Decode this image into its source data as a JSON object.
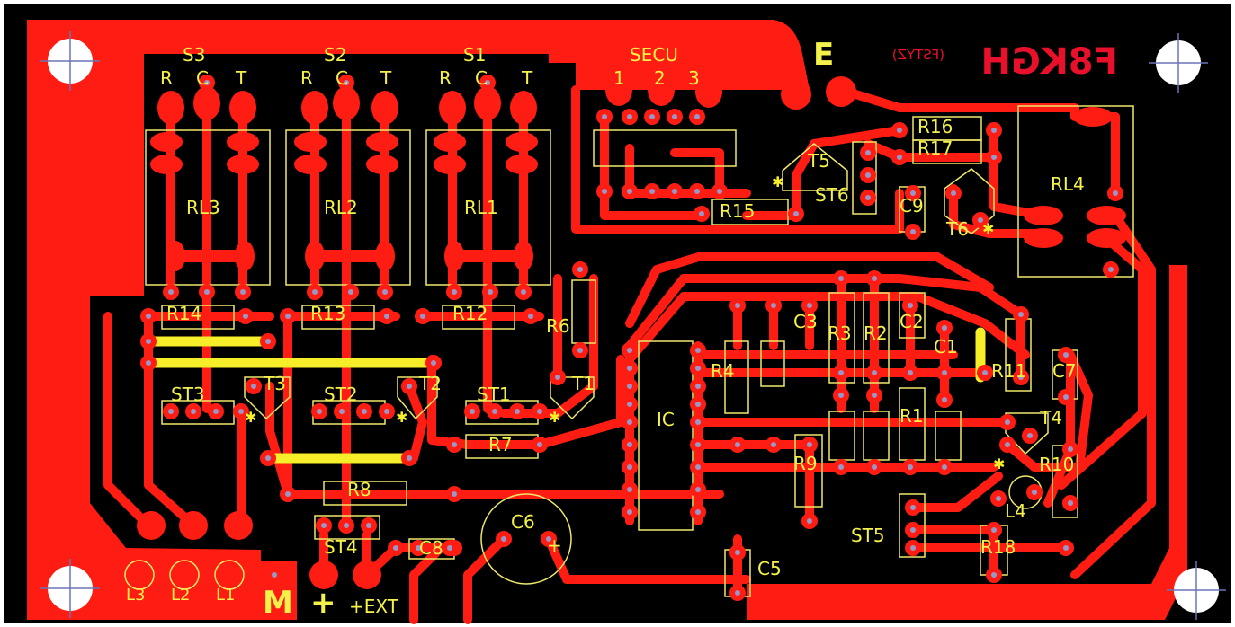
{
  "board": {
    "callsign_mirrored": "F8KGH",
    "author_mirrored": "(FSTYZ)",
    "side_marker": "E"
  },
  "components": {
    "relays": [
      "RL3",
      "RL2",
      "RL1",
      "RL4"
    ],
    "switch_groups": [
      {
        "name": "S3",
        "pins": [
          "R",
          "C",
          "T"
        ]
      },
      {
        "name": "S2",
        "pins": [
          "R",
          "C",
          "T"
        ]
      },
      {
        "name": "S1",
        "pins": [
          "R",
          "C",
          "T"
        ]
      }
    ],
    "secu": {
      "name": "SECU",
      "pins": [
        "1",
        "2",
        "3"
      ]
    },
    "resistors": [
      "R1",
      "R2",
      "R3",
      "R4",
      "R6",
      "R7",
      "R8",
      "R9",
      "R10",
      "R11",
      "R12",
      "R13",
      "R14",
      "R15",
      "R16",
      "R17",
      "R18"
    ],
    "capacitors": [
      "C1",
      "C2",
      "C3",
      "C5",
      "C6",
      "C7",
      "C8",
      "C9"
    ],
    "transistors": [
      "T1",
      "T2",
      "T3",
      "T4",
      "T5",
      "T6"
    ],
    "straps": [
      "ST1",
      "ST2",
      "ST3",
      "ST4",
      "ST5",
      "ST6"
    ],
    "ic": "IC",
    "inductor": "L4",
    "leds": [
      "L3",
      "L2",
      "L1"
    ],
    "c6_polarity": "+"
  },
  "power": {
    "ground": "M",
    "plus": "+",
    "ext": "+EXT"
  }
}
